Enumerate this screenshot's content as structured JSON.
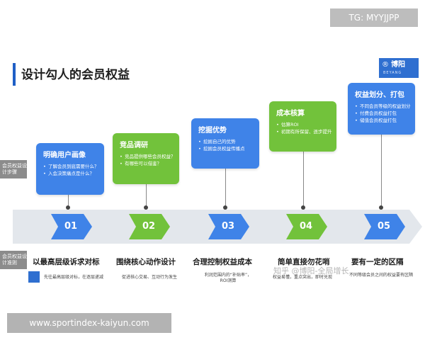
{
  "watermarks": {
    "top": "TG: MYYJJPP",
    "bottom": "www.sportindex-kaiyun.com",
    "credit": "知乎 @博阳-全局增长"
  },
  "header": {
    "title": "设计勾人的会员权益",
    "logo_mark": "®",
    "logo_name": "博阳",
    "logo_sub": "BEYANG"
  },
  "rail": {
    "steps_label": "会员权益设计步骤",
    "rules_label": "会员权益设计准则"
  },
  "colors": {
    "blue": "#3f83e8",
    "green": "#72c23b",
    "band": "#e3e7ec",
    "accent": "#1f5fc6"
  },
  "steps": [
    {
      "number": "01",
      "card_title": "明确用户画像",
      "bullets": [
        "了解会员到底需要什么？",
        "入会决策痛点是什么？"
      ],
      "color": "blue",
      "principle_title": "以最高层级诉求对标",
      "principle_desc": "先往最高层级对标，在逐层递减"
    },
    {
      "number": "02",
      "card_title": "竞品调研",
      "bullets": [
        "竞品提供哪些会员权益？",
        "有哪些可以借鉴？"
      ],
      "color": "green",
      "principle_title": "围绕核心动作设计",
      "principle_desc": "促进核心交易、互动行为发生"
    },
    {
      "number": "03",
      "card_title": "挖掘优势",
      "bullets": [
        "挖掘自己的优势",
        "挖掘会员权益传播点"
      ],
      "color": "blue",
      "principle_title": "合理控制权益成本",
      "principle_desc": "利润范围内的“补贴率”，ROI测算"
    },
    {
      "number": "04",
      "card_title": "成本核算",
      "bullets": [
        "估算ROI",
        "初期有所保留、逐步提升"
      ],
      "color": "green",
      "principle_title": "简单直接勿花哨",
      "principle_desc": "权益易懂，重点突出，即时兑现"
    },
    {
      "number": "05",
      "card_title": "权益划分、打包",
      "bullets": [
        "不同会员等级的权益划分",
        "付费会员权益打包",
        "储值会员权益打包"
      ],
      "color": "blue",
      "principle_title": "要有一定的区隔",
      "principle_desc": "不同等级会员之间的权益要有区隔"
    }
  ]
}
